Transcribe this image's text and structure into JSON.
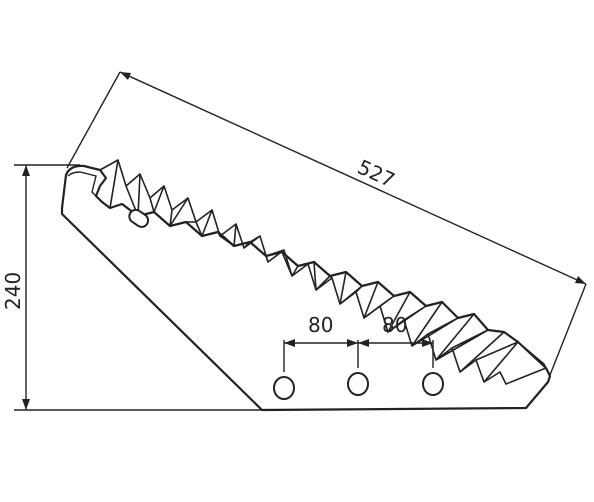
{
  "drawing": {
    "dimensions": {
      "length": "527",
      "height": "240",
      "hole_spacing_left": "80",
      "hole_spacing_right": "80"
    },
    "colors": {
      "line": "#222222",
      "background": "#ffffff"
    }
  }
}
